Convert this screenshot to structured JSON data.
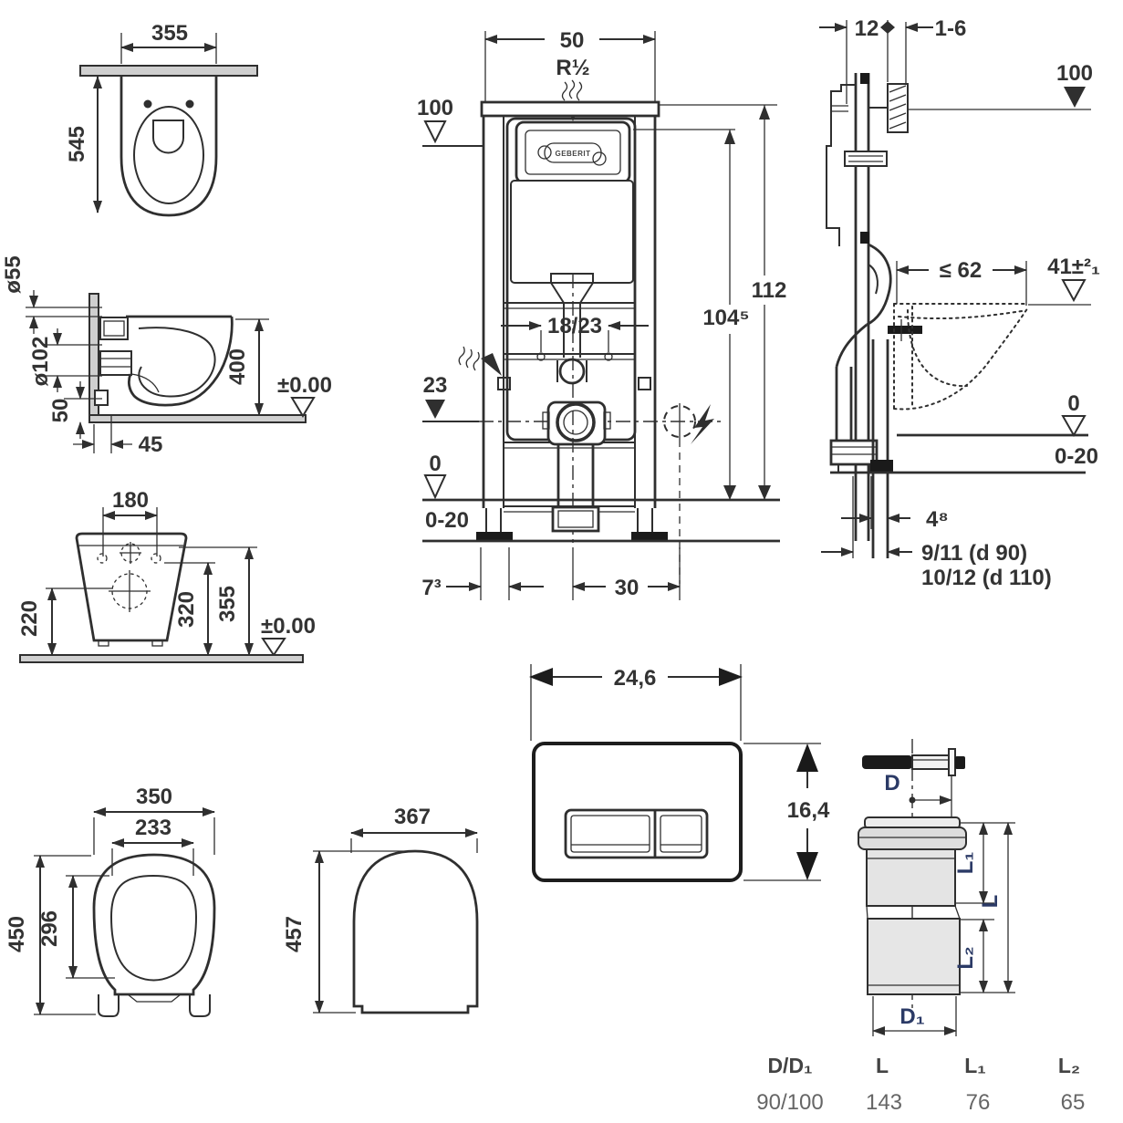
{
  "colors": {
    "line": "#2f2f2f",
    "label_blue": "#2b3a66",
    "floor_gray": "#cfcfcf",
    "body_gray": "#e4e4e4"
  },
  "views": {
    "toilet_top": {
      "width": "355",
      "depth": "545"
    },
    "toilet_side": {
      "inlet_dia": "ø55",
      "drain_dia": "ø102",
      "bottom_offset": "50",
      "wall_offset": "45",
      "height": "400",
      "level": "±0.00"
    },
    "toilet_rear": {
      "bolt_spacing": "180",
      "drain_height": "220",
      "bolt_height": "320",
      "rim_height": "355",
      "level": "±0.00"
    },
    "frame_front": {
      "width": "50",
      "thread": "R½",
      "supply_height": "100",
      "frame_height": "112",
      "cistern_ref": "104⁵",
      "supply_span": "18/23",
      "inlet_height": "23",
      "zero_level": "0",
      "floor_range": "0-20",
      "foot_offset": "7³",
      "outlet_offset": "30",
      "brand": "GEBERIT"
    },
    "frame_side": {
      "rail_depth": "12",
      "panel_range": "1-6",
      "supply_height": "100",
      "pan_depth": "≤ 62",
      "pan_height": "41±²₁",
      "zero_level": "0",
      "floor_range": "0-20",
      "wall_offset": "4⁸",
      "drain_d90": "9/11 (d 90)",
      "drain_d110": "10/12 (d 110)"
    },
    "seat_top": {
      "width": "350",
      "inner_width": "233",
      "depth": "450",
      "inner_depth": "296"
    },
    "lid_top": {
      "width": "367",
      "depth": "457"
    },
    "flush_plate": {
      "width": "24,6",
      "height": "16,4"
    },
    "adapter": {
      "d": "D",
      "d1": "D₁",
      "l": "L",
      "l1": "L₁",
      "l2": "L₂"
    }
  },
  "table": {
    "headers": [
      "D/D₁",
      "L",
      "L₁",
      "L₂"
    ],
    "values": [
      "90/100",
      "143",
      "76",
      "65"
    ]
  }
}
